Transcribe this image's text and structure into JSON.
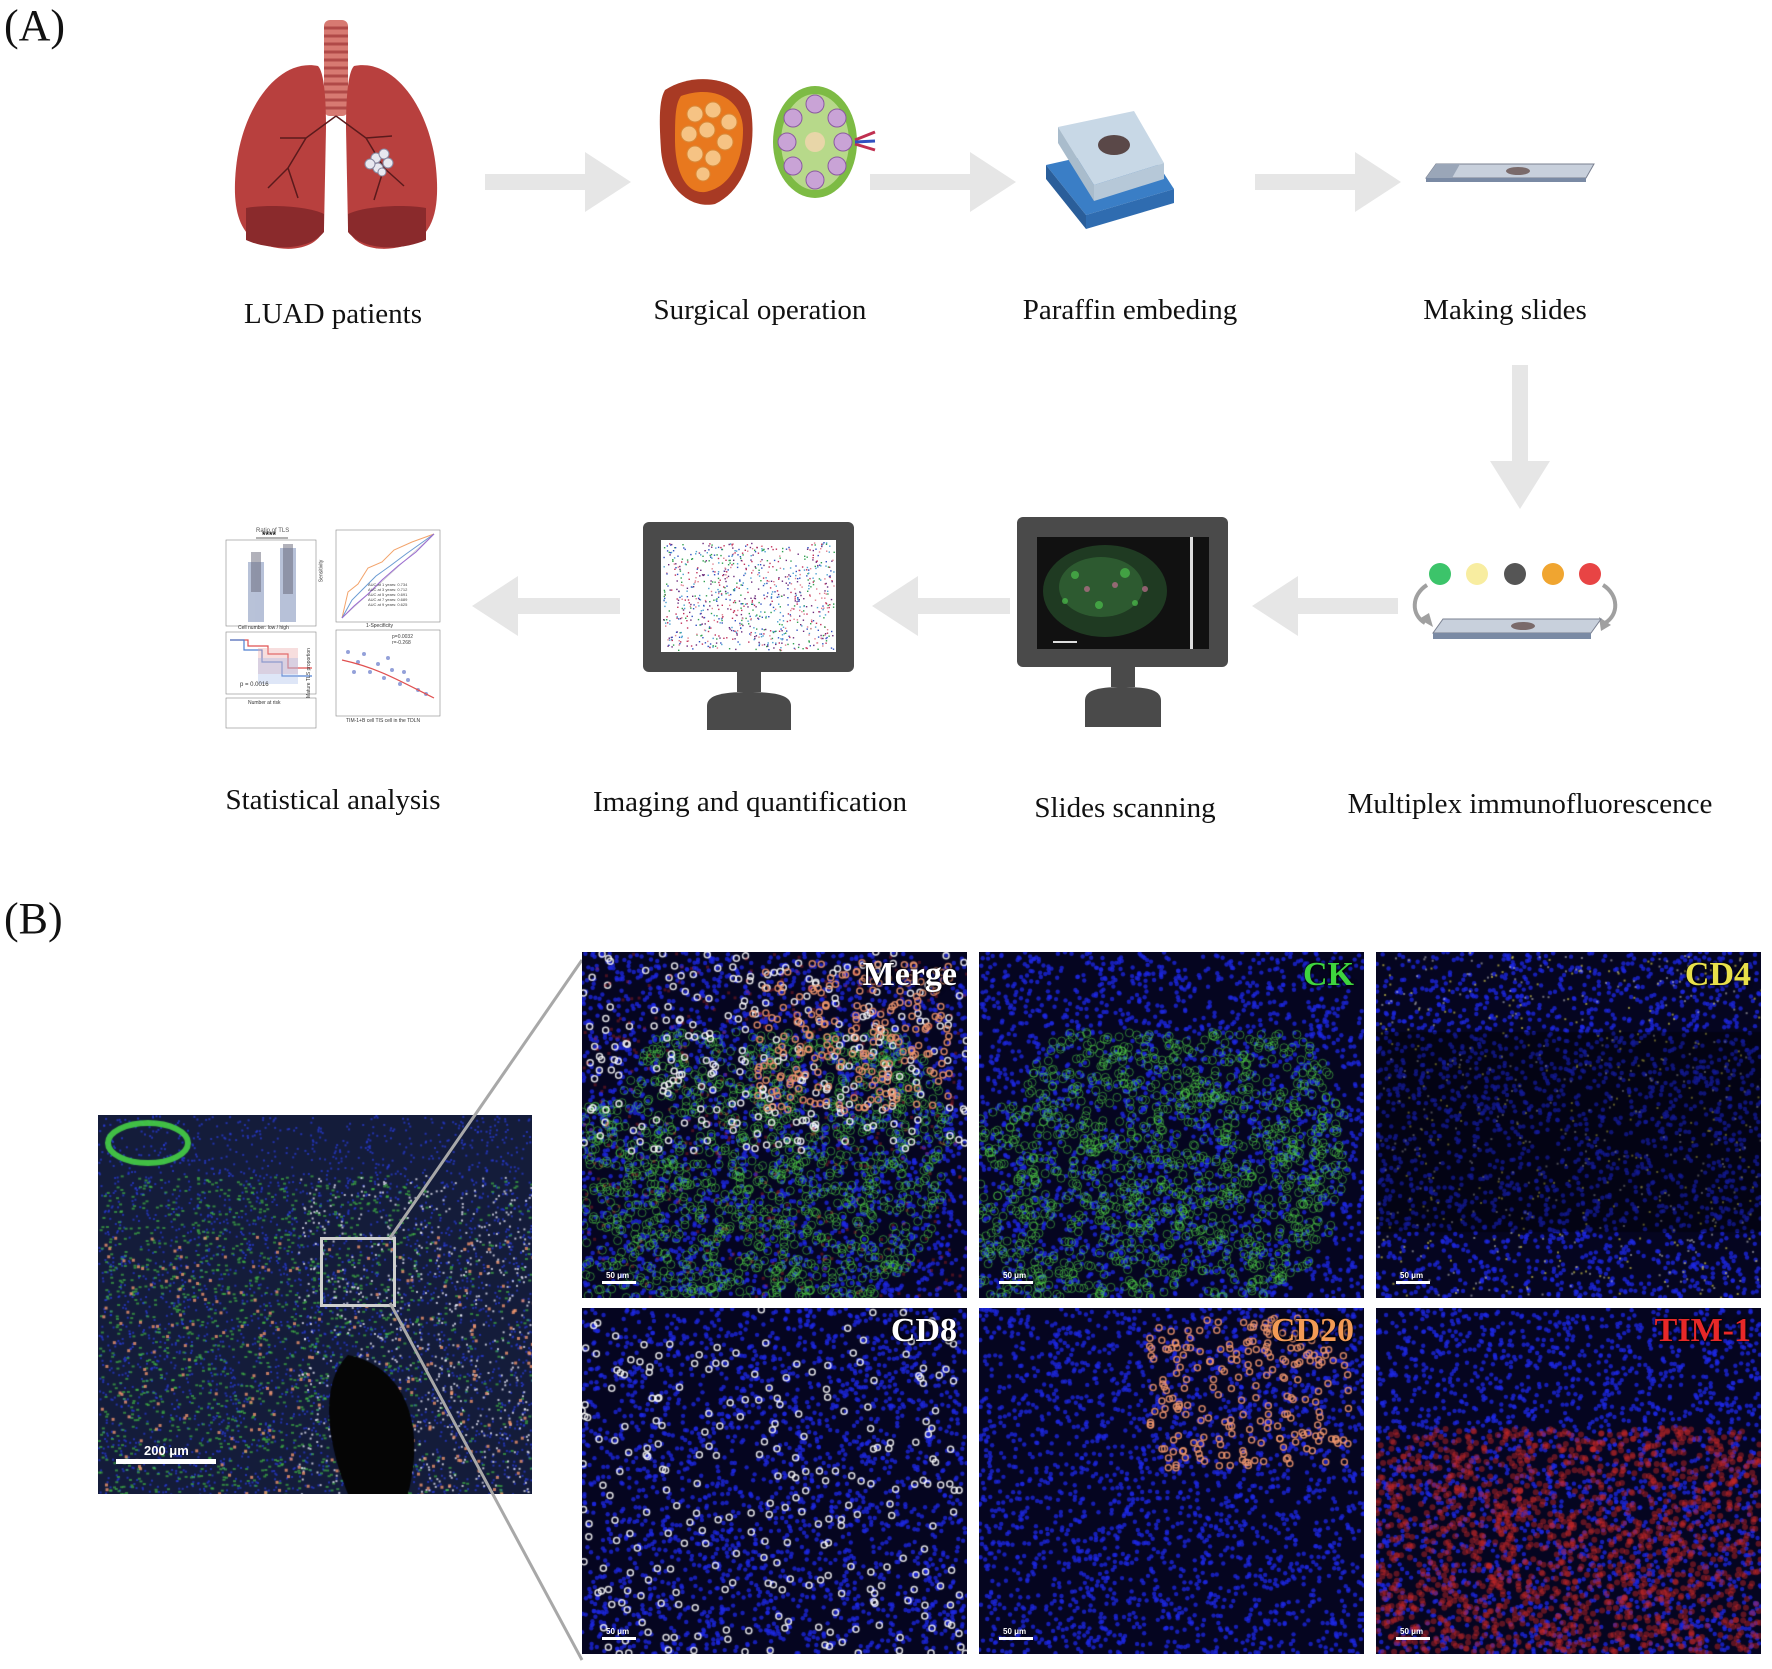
{
  "panels": {
    "a": "(A)",
    "b": "(B)"
  },
  "steps": [
    {
      "id": "luad-patients",
      "label": "LUAD patients",
      "icon": "lungs-icon"
    },
    {
      "id": "surgical-operation",
      "label": "Surgical operation",
      "icon": "tissue-sample-icon"
    },
    {
      "id": "paraffin-embeding",
      "label": "Paraffin embeding",
      "icon": "paraffin-block-icon"
    },
    {
      "id": "making-slides",
      "label": "Making slides",
      "icon": "glass-slide-icon"
    },
    {
      "id": "multiplex-immunofluorescence",
      "label": "Multiplex immunofluorescence",
      "icon": "staining-cycle-icon"
    },
    {
      "id": "slides-scanning",
      "label": "Slides scanning",
      "icon": "scanner-monitor-icon"
    },
    {
      "id": "imaging-quantification",
      "label": "Imaging and quantification",
      "icon": "analysis-monitor-icon"
    },
    {
      "id": "statistical-analysis",
      "label": "Statistical analysis",
      "icon": "stats-plots-icon"
    }
  ],
  "stains": {
    "overview_scale": "200 μm",
    "tile_scale": "50 μm",
    "tiles": [
      {
        "label": "Merge",
        "color": "#ffffff"
      },
      {
        "label": "CK",
        "color": "#3ed43e"
      },
      {
        "label": "CD4",
        "color": "#e8e04a"
      },
      {
        "label": "CD8",
        "color": "#ffffff"
      },
      {
        "label": "CD20",
        "color": "#f29a55"
      },
      {
        "label": "TIM-1",
        "color": "#e82828"
      }
    ]
  },
  "stain_dot_colors": [
    "#3cc46a",
    "#f8eda0",
    "#555555",
    "#f0a530",
    "#e84444"
  ],
  "mini_plot_text": {
    "box_title": "Ratio of TLS",
    "significance": "****",
    "p_value": "p = 0.0016",
    "risk_table_title": "Number at risk",
    "km_legend": "Cell number: low / high",
    "roc_xlabel": "1-Specificity",
    "roc_ylabel": "Sensitivity",
    "auc_lines": [
      "AUC at 1 years: 0.734",
      "AUC at 3 years: 0.712",
      "AUC at 5 years: 0.691",
      "AUC at 7 years: 0.689",
      "AUC at 9 years: 0.625"
    ],
    "scatter_xlabel": "TIM-1+B cell TIS cell in the TDLN",
    "scatter_ylabel": "Mature TLS proportion",
    "scatter_stats": [
      "p=0.0032",
      "r=-0.268"
    ]
  }
}
